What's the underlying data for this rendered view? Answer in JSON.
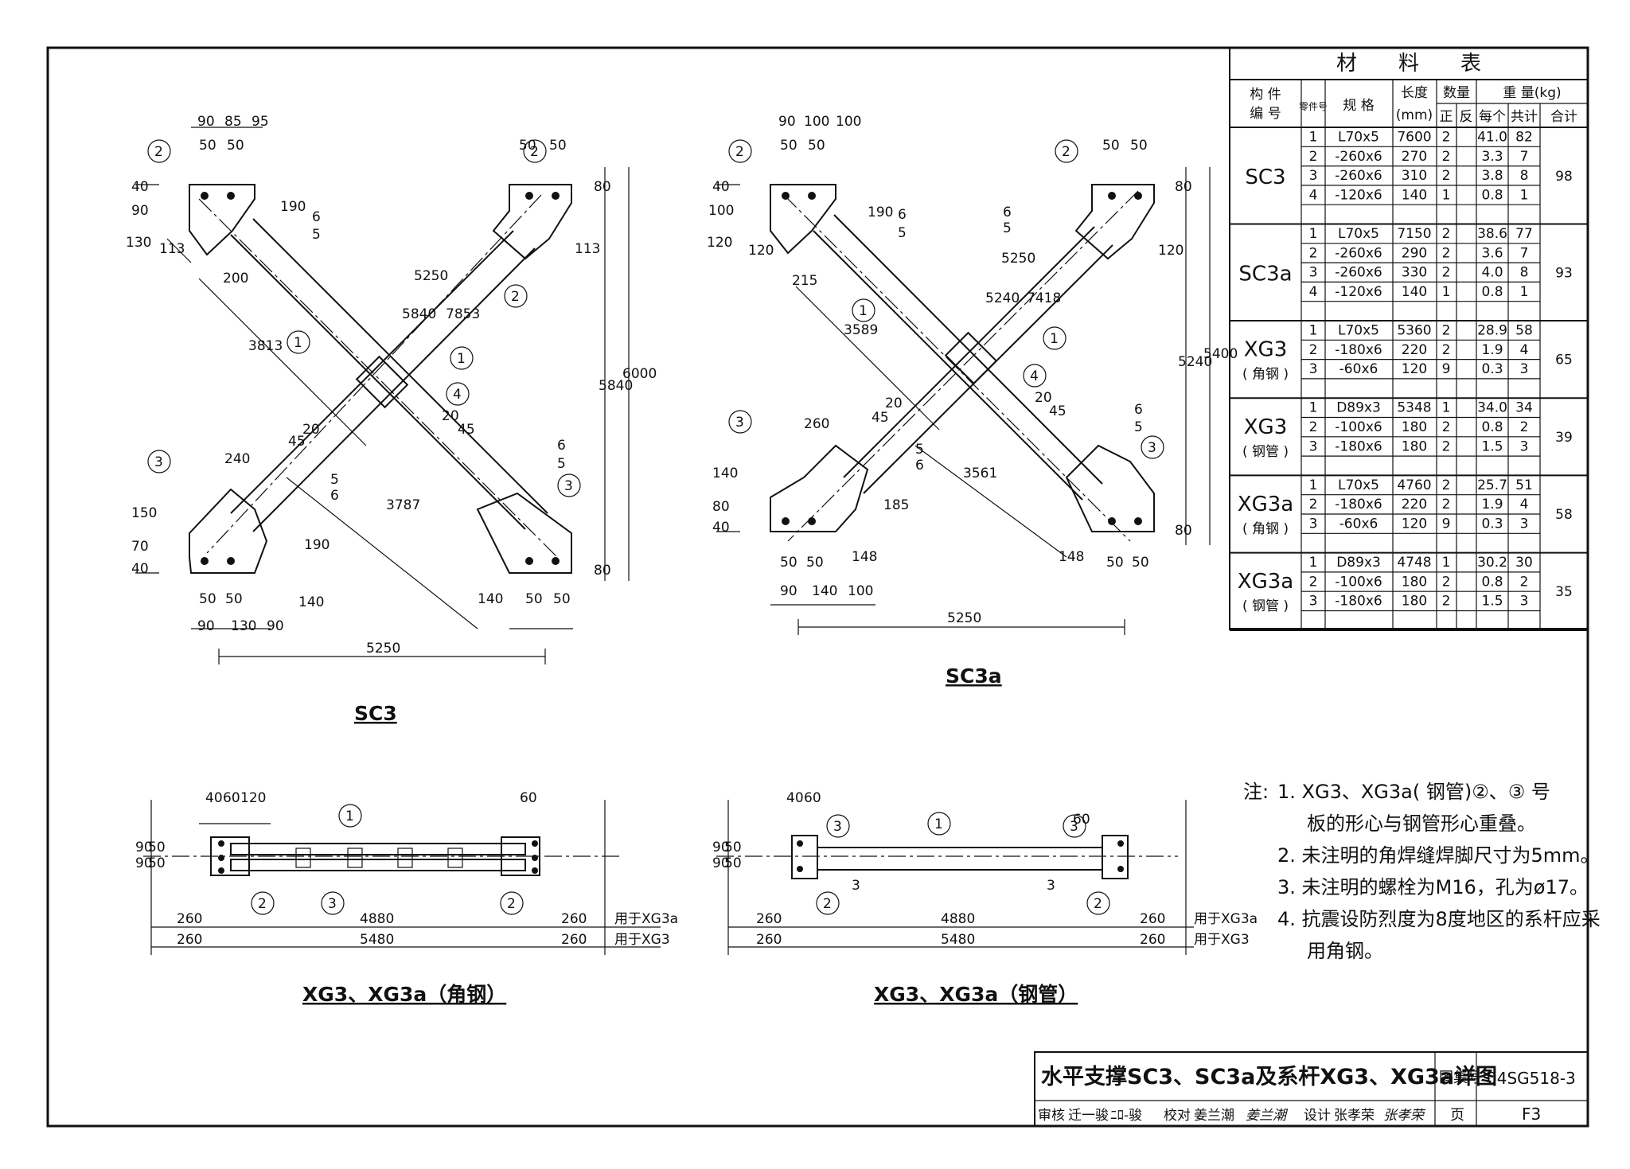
{
  "drawing": {
    "sheet_title": "水平支撑SC3、SC3a及系杆XG3、XG3a详图",
    "atlas_label": "图集号",
    "atlas_no": "04SG518-3",
    "page_label": "页",
    "page_no": "F3",
    "signatures": [
      "审核",
      "迁一骏",
      "ﾆﾛ-骏",
      "校对",
      "姜兰潮",
      "姜兰潮",
      "设计",
      "张孝荣",
      "张孝荣"
    ]
  },
  "views": {
    "sc3": {
      "label": "SC3",
      "dims": [
        "90",
        "85",
        "95",
        "50",
        "50",
        "50",
        "50",
        "40",
        "90",
        "130",
        "190",
        "113",
        "200",
        "6",
        "5",
        "5250",
        "5840",
        "7853",
        "3813",
        "5840",
        "6000",
        "80",
        "113",
        "1",
        "2",
        "2",
        "1",
        "4",
        "3",
        "240",
        "150",
        "70",
        "40",
        "20",
        "45",
        "20",
        "45",
        "5",
        "6",
        "190",
        "140",
        "3787",
        "6",
        "5",
        "3",
        "140",
        "50",
        "50",
        "50",
        "50",
        "90",
        "130",
        "90",
        "80",
        "5250"
      ]
    },
    "sc3a": {
      "label": "SC3a",
      "dims": [
        "90",
        "100",
        "100",
        "50",
        "50",
        "50",
        "50",
        "40",
        "100",
        "120",
        "190",
        "120",
        "215",
        "6",
        "5",
        "6",
        "5",
        "5250",
        "5240",
        "7418",
        "3589",
        "5240",
        "5400",
        "80",
        "120",
        "1",
        "2",
        "2",
        "1",
        "4",
        "3",
        "260",
        "140",
        "80",
        "40",
        "20",
        "45",
        "20",
        "45",
        "5",
        "6",
        "185",
        "148",
        "3561",
        "148",
        "6",
        "5",
        "3",
        "50",
        "50",
        "50",
        "50",
        "90",
        "140",
        "100",
        "80",
        "5250"
      ]
    },
    "xg_angle": {
      "label": "XG3、XG3a（角钢）",
      "dims": [
        "40",
        "60",
        "120",
        "60",
        "90",
        "90",
        "50",
        "50",
        "260",
        "4880",
        "260",
        "260",
        "5480",
        "260",
        "1",
        "2",
        "3",
        "2",
        "用于XG3a",
        "用于XG3"
      ]
    },
    "xg_pipe": {
      "label": "XG3、XG3a（钢管）",
      "dims": [
        "40",
        "60",
        "60",
        "90",
        "90",
        "50",
        "50",
        "260",
        "4880",
        "260",
        "260",
        "5480",
        "260",
        "1",
        "3",
        "3",
        "2",
        "2",
        "3",
        "3",
        "用于XG3a",
        "用于XG3"
      ]
    }
  },
  "table": {
    "title": "材　　料　　表",
    "headers": {
      "member": "构 件\n编 号",
      "part": "零件号",
      "spec": "规 格",
      "length": "长度\n(mm)",
      "qty": "数量",
      "qty_pos": "正",
      "qty_neg": "反",
      "weight": "重 量(kg)",
      "w_each": "每个",
      "w_sum": "共计",
      "w_total": "合计"
    },
    "groups": [
      {
        "member": "SC3",
        "sub": "",
        "total": "98",
        "rows": [
          [
            "1",
            "L70x5",
            "7600",
            "2",
            "",
            "41.0",
            "82"
          ],
          [
            "2",
            "-260x6",
            "270",
            "2",
            "",
            "3.3",
            "7"
          ],
          [
            "3",
            "-260x6",
            "310",
            "2",
            "",
            "3.8",
            "8"
          ],
          [
            "4",
            "-120x6",
            "140",
            "1",
            "",
            "0.8",
            "1"
          ],
          [
            "",
            "",
            "",
            "",
            "",
            "",
            ""
          ]
        ]
      },
      {
        "member": "SC3a",
        "sub": "",
        "total": "93",
        "rows": [
          [
            "1",
            "L70x5",
            "7150",
            "2",
            "",
            "38.6",
            "77"
          ],
          [
            "2",
            "-260x6",
            "290",
            "2",
            "",
            "3.6",
            "7"
          ],
          [
            "3",
            "-260x6",
            "330",
            "2",
            "",
            "4.0",
            "8"
          ],
          [
            "4",
            "-120x6",
            "140",
            "1",
            "",
            "0.8",
            "1"
          ],
          [
            "",
            "",
            "",
            "",
            "",
            "",
            ""
          ]
        ]
      },
      {
        "member": "XG3",
        "sub": "( 角钢 )",
        "total": "65",
        "rows": [
          [
            "1",
            "L70x5",
            "5360",
            "2",
            "",
            "28.9",
            "58"
          ],
          [
            "2",
            "-180x6",
            "220",
            "2",
            "",
            "1.9",
            "4"
          ],
          [
            "3",
            "-60x6",
            "120",
            "9",
            "",
            "0.3",
            "3"
          ],
          [
            "",
            "",
            "",
            "",
            "",
            "",
            ""
          ]
        ]
      },
      {
        "member": "XG3",
        "sub": "( 钢管 )",
        "total": "39",
        "rows": [
          [
            "1",
            "D89x3",
            "5348",
            "1",
            "",
            "34.0",
            "34"
          ],
          [
            "2",
            "-100x6",
            "180",
            "2",
            "",
            "0.8",
            "2"
          ],
          [
            "3",
            "-180x6",
            "180",
            "2",
            "",
            "1.5",
            "3"
          ],
          [
            "",
            "",
            "",
            "",
            "",
            "",
            ""
          ]
        ]
      },
      {
        "member": "XG3a",
        "sub": "( 角钢 )",
        "total": "58",
        "rows": [
          [
            "1",
            "L70x5",
            "4760",
            "2",
            "",
            "25.7",
            "51"
          ],
          [
            "2",
            "-180x6",
            "220",
            "2",
            "",
            "1.9",
            "4"
          ],
          [
            "3",
            "-60x6",
            "120",
            "9",
            "",
            "0.3",
            "3"
          ],
          [
            "",
            "",
            "",
            "",
            "",
            "",
            ""
          ]
        ]
      },
      {
        "member": "XG3a",
        "sub": "( 钢管 )",
        "total": "35",
        "rows": [
          [
            "1",
            "D89x3",
            "4748",
            "1",
            "",
            "30.2",
            "30"
          ],
          [
            "2",
            "-100x6",
            "180",
            "2",
            "",
            "0.8",
            "2"
          ],
          [
            "3",
            "-180x6",
            "180",
            "2",
            "",
            "1.5",
            "3"
          ],
          [
            "",
            "",
            "",
            "",
            "",
            "",
            ""
          ]
        ]
      }
    ]
  },
  "notes": {
    "lead": "注:",
    "items": [
      "1.  XG3、XG3a( 钢管)②、③ 号",
      "板的形心与钢管形心重叠。",
      "2.  未注明的角焊缝焊脚尺寸为5mm。",
      "3.  未注明的螺栓为M16，孔为ø17。",
      "4.  抗震设防烈度为8度地区的系杆应采",
      "用角钢。"
    ]
  }
}
